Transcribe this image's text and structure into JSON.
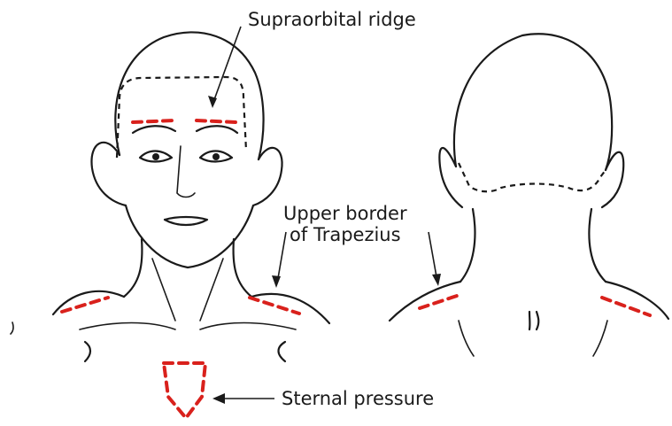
{
  "labels": {
    "supraorbital": "Supraorbital ridge",
    "trapezius_line1": "Upper border",
    "trapezius_line2": "of Trapezius",
    "sternal": "Sternal pressure"
  },
  "colors": {
    "pressure_points": "#d9211c",
    "outline": "#1a1a1a",
    "background": "#ffffff"
  }
}
